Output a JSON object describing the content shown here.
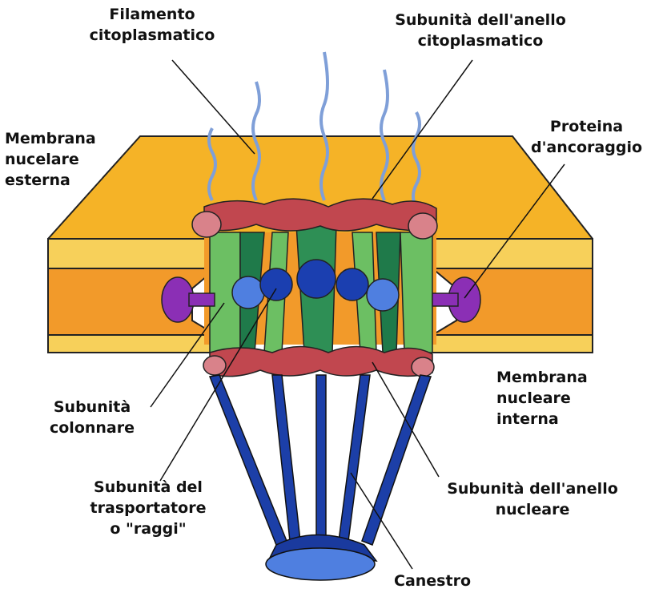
{
  "labels": {
    "cytoplasmic_filament": [
      "Filamento",
      "citoplasmatico"
    ],
    "cytoplasmic_ring_subunit": [
      "Subunità dell'anello",
      "citoplasmatico"
    ],
    "outer_membrane": [
      "Membrana",
      "nucelare",
      "esterna"
    ],
    "anchor_protein": [
      "Proteina",
      "d'ancoraggio"
    ],
    "inner_membrane": [
      "Membrana",
      "nucleare",
      "interna"
    ],
    "column_subunit": [
      "Subunità",
      "colonnare"
    ],
    "transporter_subunit": [
      "Subunità del",
      "trasportatore",
      "o \"raggi\""
    ],
    "nuclear_ring_subunit": [
      "Subunità dell'anello",
      "nucleare"
    ],
    "basket": [
      "Canestro"
    ]
  },
  "colors": {
    "outer_membrane": "#f5b327",
    "inner_membrane": "#f29a2a",
    "membrane_lumen": "#f7d05a",
    "ring": "#c1474f",
    "ring_cap": "#d9828a",
    "column_dark": "#1f7a4a",
    "column_light": "#6cbf63",
    "transporter": "#1b3fb0",
    "transporter_light": "#4f7fe0",
    "filament": "#7f9fd8",
    "anchor": "#8b2fb5",
    "basket": "#1c3fa8",
    "basket_ring": "#1a3a9e"
  }
}
